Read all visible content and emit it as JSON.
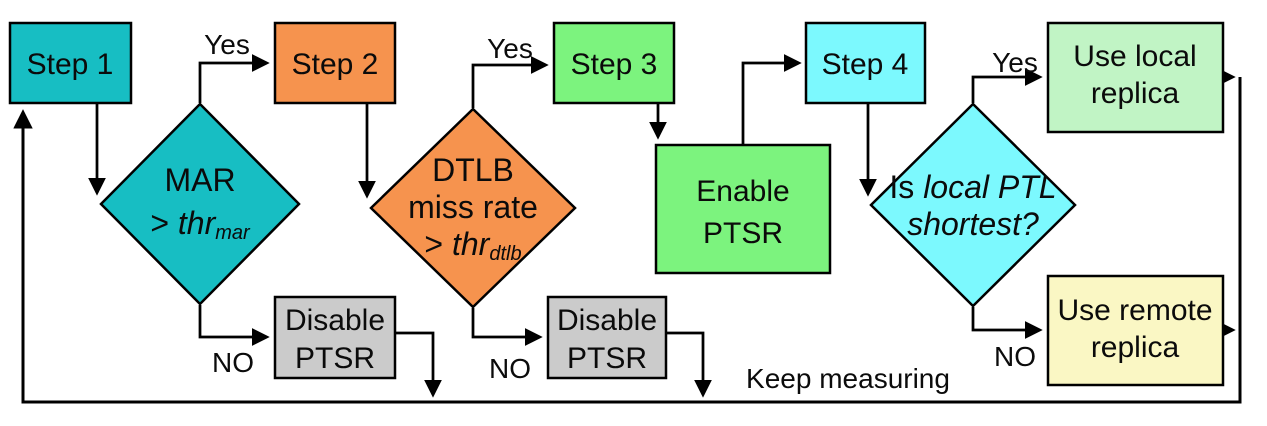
{
  "colors": {
    "teal": "#17BEC3",
    "orange": "#F6934E",
    "green": "#7CF37E",
    "cyan": "#7CF9FE",
    "light_green": "#C1F4C5",
    "light_yellow": "#FAF7C4",
    "gray": "#CBCBCB",
    "line": "#000000",
    "background": "#FFFFFF"
  },
  "nodes": {
    "step1": {
      "label": "Step 1"
    },
    "step2": {
      "label": "Step 2"
    },
    "step3": {
      "label": "Step 3"
    },
    "step4": {
      "label": "Step 4"
    },
    "enable_ptsr": {
      "line1": "Enable",
      "line2": "PTSR"
    },
    "disable_ptsr_1": {
      "line1": "Disable",
      "line2": "PTSR"
    },
    "disable_ptsr_2": {
      "line1": "Disable",
      "line2": "PTSR"
    },
    "use_local": {
      "line1": "Use local",
      "line2": "replica"
    },
    "use_remote": {
      "line1": "Use remote",
      "line2": "replica"
    },
    "mar_decision": {
      "line1": "MAR",
      "line2_prefix": "> ",
      "line2_var": "thr",
      "line2_sub": "mar"
    },
    "dtlb_decision": {
      "line1": "DTLB",
      "line2": "miss rate",
      "line3_prefix": "> ",
      "line3_var": "thr",
      "line3_sub": "dtlb"
    },
    "ptl_decision": {
      "line1_prefix": "Is ",
      "line1_italic": "local PTL",
      "line2_italic": "shortest?"
    }
  },
  "edge_labels": {
    "yes1": "Yes",
    "yes2": "Yes",
    "yes3": "Yes",
    "no1": "NO",
    "no2": "NO",
    "no3": "NO",
    "keep_measuring": "Keep measuring"
  }
}
